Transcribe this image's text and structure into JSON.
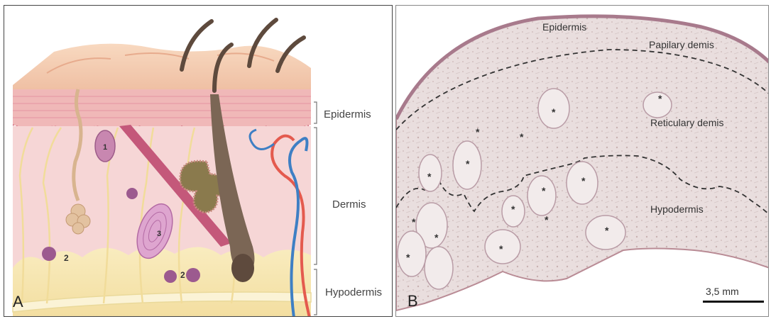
{
  "panel_a": {
    "letter": "A",
    "layers": {
      "epidermis": "Epidermis",
      "dermis": "Dermis",
      "hypodermis": "Hypodermis"
    },
    "markers": {
      "m1": "1",
      "m2a": "2",
      "m2b": "2",
      "m3": "3"
    }
  },
  "panel_b": {
    "letter": "B",
    "layers": {
      "epidermis": "Epidermis",
      "papillary": "Papilary demis",
      "reticular": "Reticulary demis",
      "hypodermis": "Hypodermis"
    },
    "asterisk": "*",
    "scale_bar": "3,5 mm"
  },
  "colors": {
    "epidermis": "#f4c9b8",
    "dermis": "#f6d5d6",
    "hypodermis": "#f8eab8",
    "hair": "#5e4a3d",
    "muscle": "#c4587a",
    "artery": "#e45a4e",
    "vein": "#3e7fc4",
    "histology_bg": "#ece3e3"
  }
}
